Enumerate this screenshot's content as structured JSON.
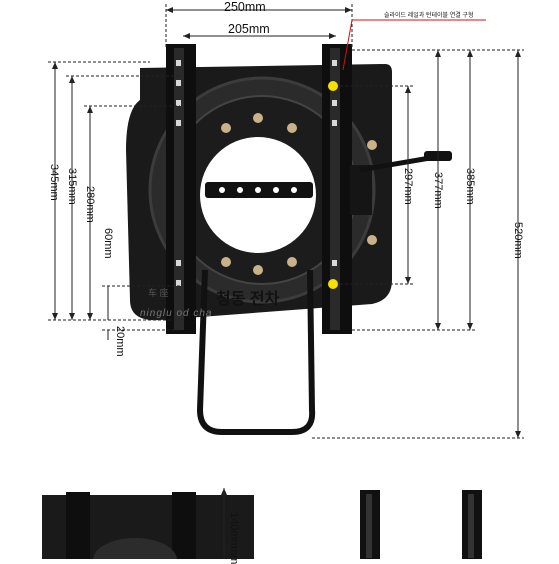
{
  "dimensions": {
    "width_250": "250mm",
    "width_205": "205mm",
    "h_345": "345mm",
    "h_315": "315mm",
    "h_280": "280mm",
    "h_60": "60mm",
    "h_20": "20mm",
    "h_297": "297mm",
    "h_377": "377mm",
    "h_385": "385mm",
    "h_520": "520mm",
    "h_140": "140mm",
    "h_bottom": "mm"
  },
  "annotation": {
    "note": "슬라이드 레일과 턴테이블 연결 구형"
  },
  "watermark": {
    "korean": "청동 전차",
    "chinese": "车 座",
    "english": "ninglu od cha"
  },
  "colors": {
    "metal": "#111111",
    "marker": "#f5e000",
    "dim_line": "#222222",
    "accent": "#d01010"
  }
}
